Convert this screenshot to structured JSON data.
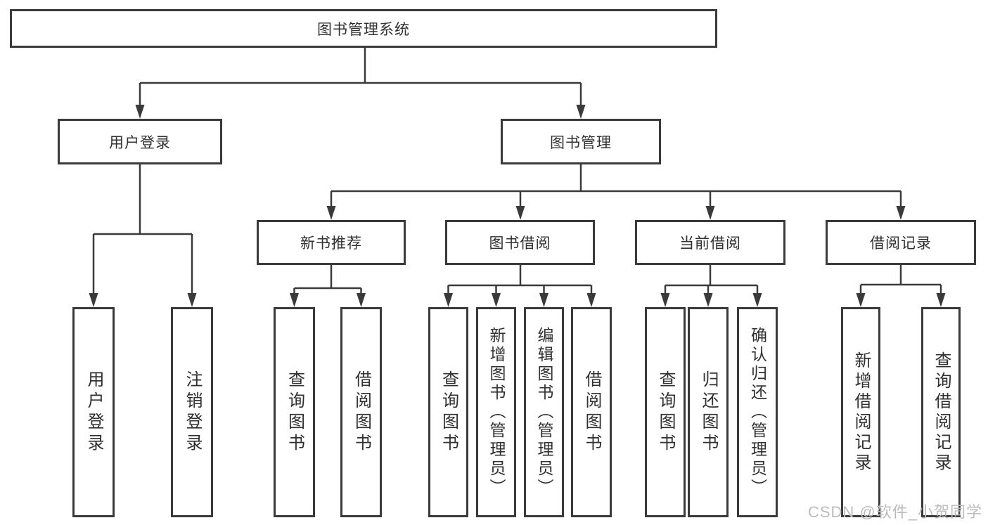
{
  "diagram": {
    "nodes": {
      "root": "图书管理系统",
      "user_login": "用户登录",
      "book_mgmt": "图书管理",
      "new_book": "新书推荐",
      "borrow": "图书借阅",
      "current": "当前借阅",
      "records": "借阅记录",
      "leaf_user_login": "用户登录",
      "leaf_logout": "注销登录",
      "leaf_nb_query": "查询图书",
      "leaf_nb_borrow": "借阅图书",
      "leaf_bw_query": "查询图书",
      "leaf_bw_add": "新增图书（管理员）",
      "leaf_bw_edit": "编辑图书（管理员）",
      "leaf_bw_borrow": "借阅图书",
      "leaf_cur_query": "查询图书",
      "leaf_cur_return": "归还图书",
      "leaf_cur_confirm": "确认归还（管理员）",
      "leaf_rec_add": "新增借阅记录",
      "leaf_rec_query": "查询借阅记录"
    },
    "watermark": "CSDN @软件_小贺同学",
    "colors": {
      "line": "#3a3a3a",
      "text": "#303030",
      "watermark": "#bcbcbc",
      "background": "#ffffff"
    }
  }
}
